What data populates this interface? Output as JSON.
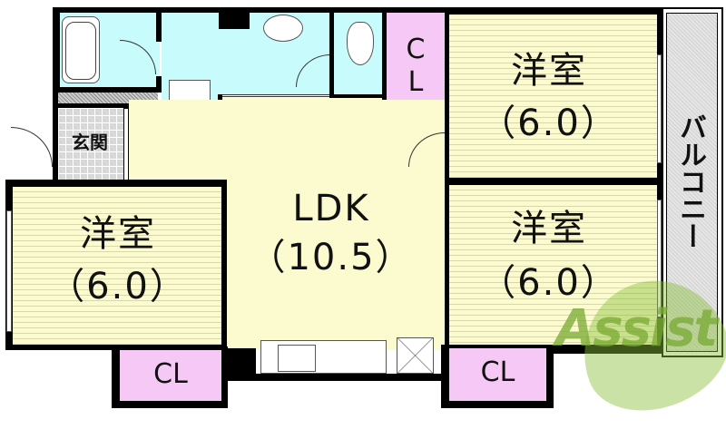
{
  "floor_plan": {
    "rooms": [
      {
        "id": "western_room_top_right",
        "name": "洋室",
        "size": "（6.0）"
      },
      {
        "id": "western_room_bottom_right",
        "name": "洋室",
        "size": "（6.0）"
      },
      {
        "id": "western_room_left",
        "name": "洋室",
        "size": "（6.0）"
      },
      {
        "id": "ldk",
        "name": "LDK",
        "size": "（10.5）"
      },
      {
        "id": "entrance",
        "name": "玄関"
      },
      {
        "id": "balcony",
        "name": "バルコニー"
      }
    ],
    "closets": [
      {
        "id": "closet_top",
        "label_top": "C",
        "label_bottom": "L"
      },
      {
        "id": "closet_bottom_left",
        "label": "CL"
      },
      {
        "id": "closet_bottom_right",
        "label": "CL"
      }
    ],
    "watermark": {
      "text": "Assist",
      "color": "#8cbf3c"
    },
    "colors": {
      "wet_area": "#c8fcfc",
      "room_floor": "#fbfbcf",
      "closet": "#f6c8f6",
      "balcony": "#e6e6e6",
      "wall": "#000000"
    }
  }
}
